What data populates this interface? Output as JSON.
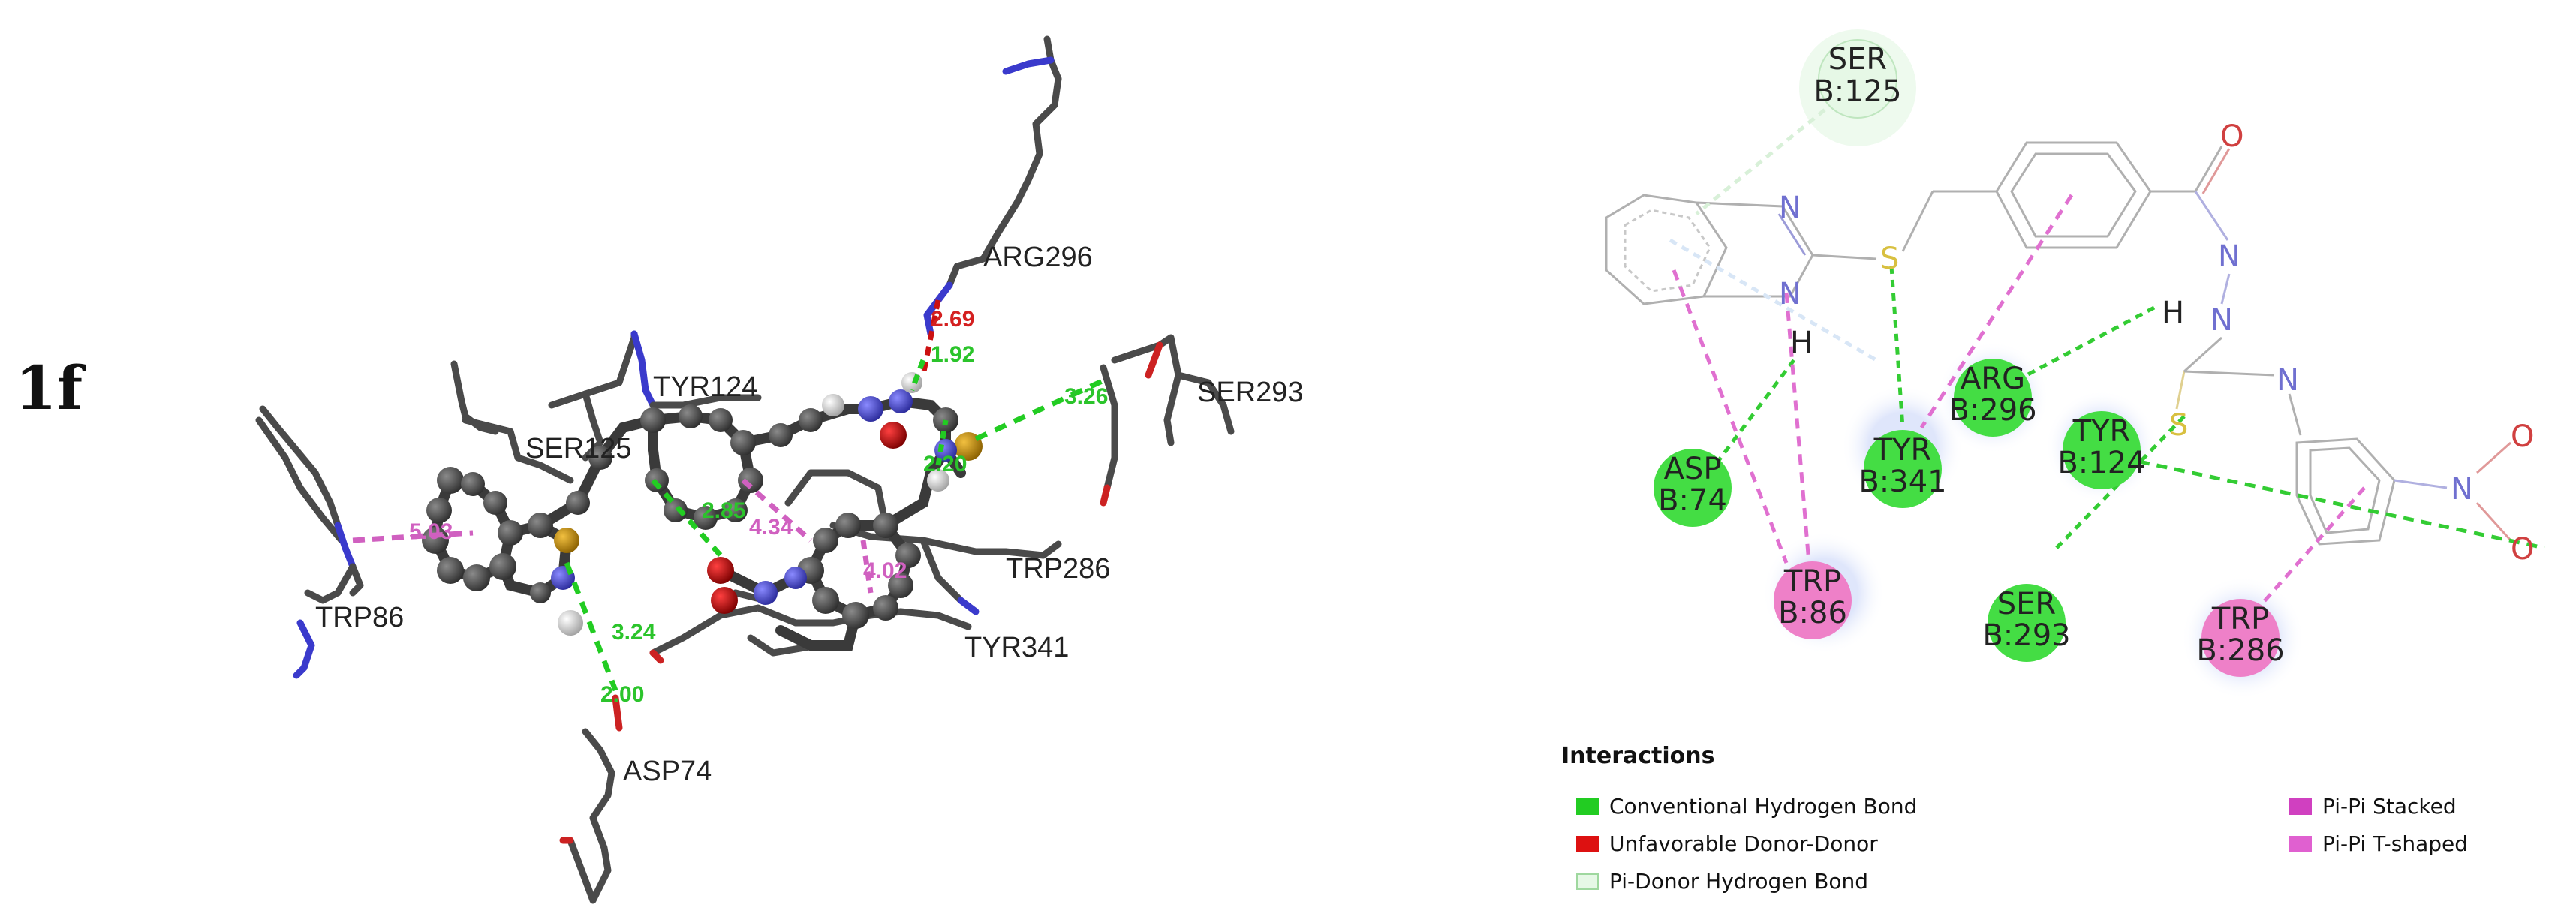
{
  "figure_label": "1f",
  "panel_3d": {
    "residue_labels": [
      "ARG296",
      "TYR124",
      "SER125",
      "SER293",
      "TRP86",
      "TRP286",
      "TYR341",
      "ASP74"
    ],
    "distances": {
      "arg296_red": "2.69",
      "arg296_green": "1.92",
      "ser293": "3.26",
      "mid1": "2.85",
      "asp74_a": "3.24",
      "asp74_b": "2.00",
      "n_right": "2.20",
      "pi_a": "4.34",
      "pi_trp86": "5.03",
      "pi_b": "4.02"
    }
  },
  "panel_2d": {
    "residues": [
      {
        "line1": "SER",
        "line2": "B:125",
        "kind": "pi-donor-hbond"
      },
      {
        "line1": "ARG",
        "line2": "B:296",
        "kind": "conventional-hbond"
      },
      {
        "line1": "TYR",
        "line2": "B:341",
        "kind": "conventional-hbond"
      },
      {
        "line1": "TYR",
        "line2": "B:124",
        "kind": "conventional-hbond"
      },
      {
        "line1": "ASP",
        "line2": "B:74",
        "kind": "conventional-hbond"
      },
      {
        "line1": "TRP",
        "line2": "B:86",
        "kind": "pi-pi"
      },
      {
        "line1": "SER",
        "line2": "B:293",
        "kind": "conventional-hbond"
      },
      {
        "line1": "TRP",
        "line2": "B:286",
        "kind": "pi-pi"
      }
    ],
    "atoms": {
      "N_ring": "N",
      "H_ring": "H",
      "S_link": "S",
      "O_carbonyl": "O",
      "N_hydrazide1": "N",
      "N_hydrazide2": "N",
      "H_hydrazide": "H",
      "S_thio": "S",
      "N_thio": "N",
      "N_nitro": "N",
      "O_nitro1": "O",
      "O_nitro2": "O",
      "NH_ring": "N"
    }
  },
  "legend": {
    "title": "Interactions",
    "items": [
      {
        "label": "Conventional Hydrogen Bond",
        "color": "#22cc22",
        "style": "solid"
      },
      {
        "label": "Unfavorable Donor-Donor",
        "color": "#dd1111",
        "style": "solid"
      },
      {
        "label": "Pi-Donor Hydrogen Bond",
        "color": "#e6f8e6",
        "style": "outline"
      },
      {
        "label": "Pi-Pi Stacked",
        "color": "#d040c0",
        "style": "solid"
      },
      {
        "label": "Pi-Pi T-shaped",
        "color": "#e060d0",
        "style": "solid"
      }
    ]
  },
  "colors": {
    "hbond_green": "#22cc22",
    "donor_red": "#dd1111",
    "pi_pink": "#d060c0",
    "residue_green": "#44dd44",
    "residue_pink": "#ee80c8"
  }
}
